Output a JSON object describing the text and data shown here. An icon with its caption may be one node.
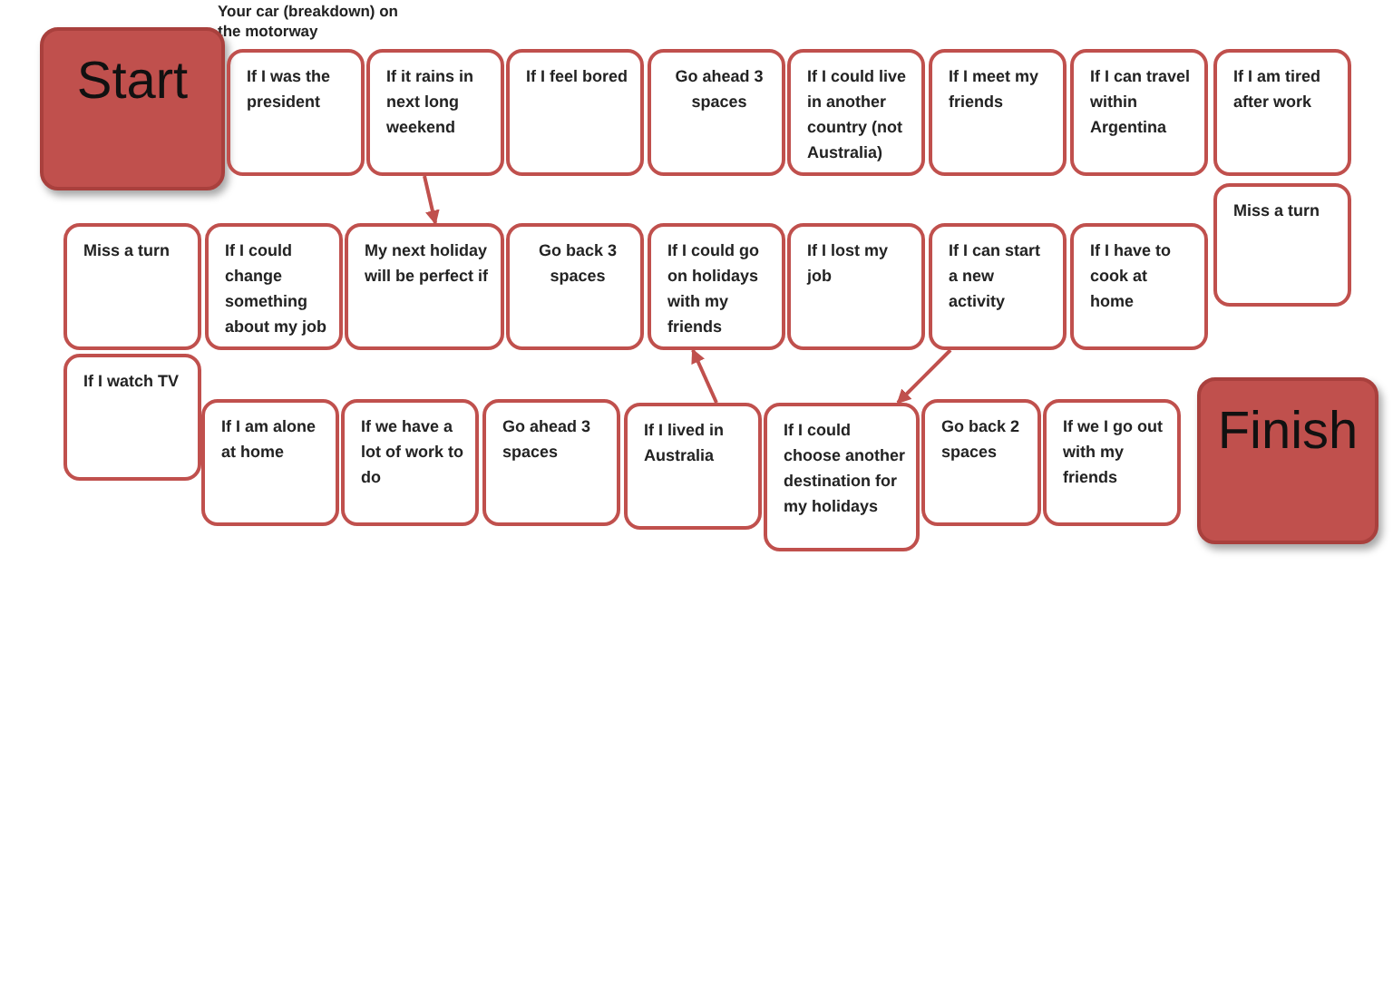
{
  "diagram": {
    "nodes": [
      {
        "text": [
          "Start"
        ]
      },
      {
        "text": [
          "If I was the president"
        ]
      },
      {
        "text": [
          "If it rains in next long weekend"
        ]
      },
      {
        "text": [
          "If I feel bored"
        ]
      },
      {
        "text": [
          "Go ahead 3 spaces"
        ]
      },
      {
        "text": [
          "If I could live in another country (not Australia)"
        ]
      },
      {
        "text": [
          "If I meet my friends"
        ]
      },
      {
        "text": [
          "If I can travel within Argentina"
        ]
      },
      {
        "text": [
          "If I am tired after work"
        ]
      },
      {
        "text": [
          "Miss a turn"
        ]
      },
      {
        "text": [
          "Miss a turn"
        ]
      },
      {
        "text": [
          "If I could change something about my job"
        ]
      },
      {
        "text": [
          "My next holiday will be perfect if"
        ]
      },
      {
        "text": [
          "Go back 3 spaces"
        ]
      },
      {
        "text": [
          "If I could go on holidays with my friends"
        ]
      },
      {
        "text": [
          "If I lost my job"
        ]
      },
      {
        "text": [
          "If I can start a new activity"
        ]
      },
      {
        "text": [
          "If I have to cook at home"
        ]
      },
      {
        "text": [
          "If I watch TV"
        ]
      },
      {
        "text": [
          "If I am alone at home"
        ]
      },
      {
        "text": [
          "If we have a lot of work to do"
        ]
      },
      {
        "text": [
          "Go ahead 3 spaces"
        ]
      },
      {
        "text": [
          "If I lived in Australia"
        ]
      },
      {
        "text": [
          "If I could choose another destination for my holidays"
        ]
      },
      {
        "text": [
          "Go back 2 spaces"
        ]
      },
      {
        "text": [
          "If we I go out with my friends"
        ]
      },
      {
        "text": [
          "Finish"
        ]
      }
    ],
    "edges": [
      {
        "from": 2,
        "to": 12,
        "arrow": "to"
      },
      {
        "from": 22,
        "to": 14,
        "arrow": "to"
      },
      {
        "from": 16,
        "to": 23,
        "arrow": "to"
      }
    ],
    "labels": [
      "Your car (breakdown) on the motorway"
    ]
  }
}
